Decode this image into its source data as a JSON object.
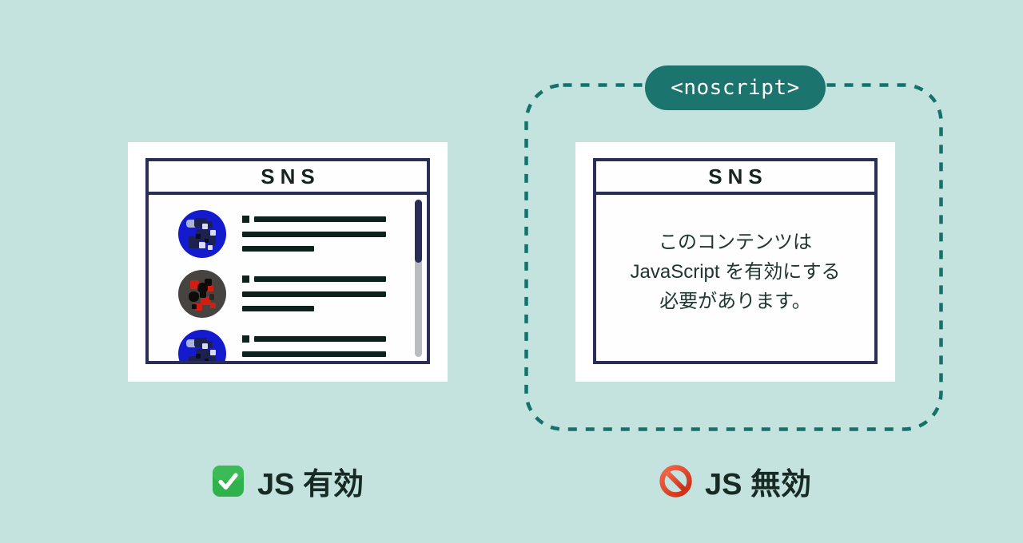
{
  "canvas": {
    "background": "#c4e3df"
  },
  "palette": {
    "accent_teal": "#1b746d",
    "dash_teal": "#15716a",
    "navy_border": "#282e55",
    "ink_dark": "#15241f",
    "bar_dark": "#0d221c",
    "message_text": "#203631",
    "scroll_track": "#b9bdc1",
    "check_green": "#2fb14c",
    "ban_red": "#dd3b27"
  },
  "left_panel": {
    "title": "SNS",
    "feed": {
      "items": [
        {
          "avatar": "blue-pixel",
          "lines": 3
        },
        {
          "avatar": "gray-red-pixel",
          "lines": 3
        },
        {
          "avatar": "blue-pixel",
          "lines": 3
        }
      ],
      "scrollbar": {
        "thumb_position": "top"
      }
    },
    "caption": {
      "icon": "check-mark-button-emoji",
      "label": "JS 有効"
    }
  },
  "right_panel": {
    "tag_label": "<noscript>",
    "title": "SNS",
    "message_lines": [
      "このコンテンツは",
      "JavaScript を有効にする",
      "必要があります。"
    ],
    "caption": {
      "icon": "prohibited-emoji",
      "label": "JS 無効"
    }
  },
  "avatar_palettes": {
    "blue-pixel": {
      "bg": "#141acd",
      "dark": "#1c2150",
      "light": "#d7dcef",
      "soft": "#aab3d8",
      "black": "#0a0d1c"
    },
    "gray-red-pixel": {
      "bg": "#474340",
      "red": "#d21d12",
      "black": "#0d0c0b",
      "deep": "#2a2724"
    }
  }
}
